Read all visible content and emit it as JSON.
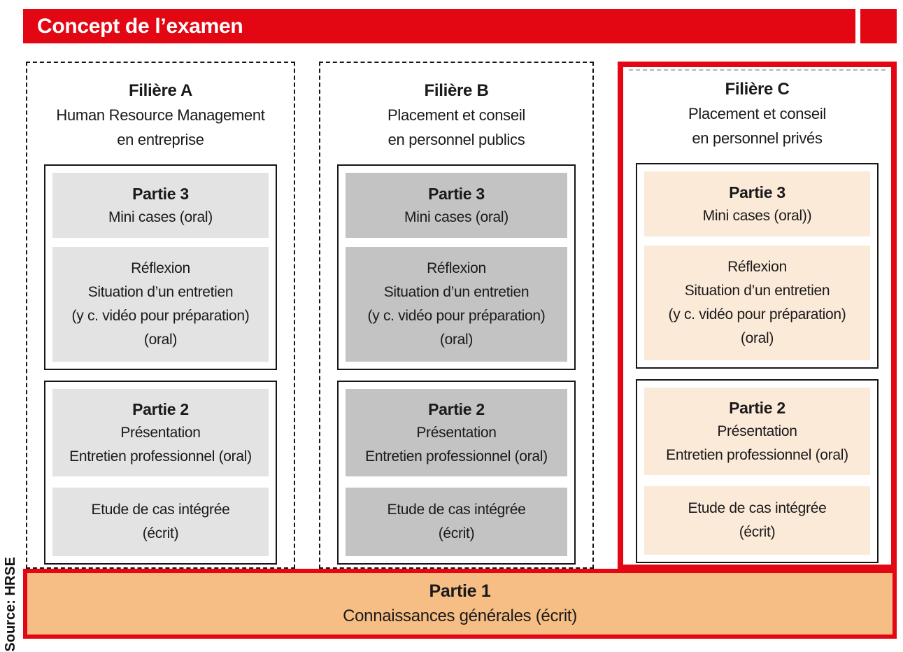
{
  "header": {
    "title": "Concept de l’examen"
  },
  "source_label": "Source: HRSE",
  "colors": {
    "red": "#e30613",
    "column_a_fill": "#e3e3e3",
    "column_b_fill": "#c3c3c3",
    "column_c_fill": "#fcead9",
    "partie1_fill": "#f6bd85"
  },
  "columns": [
    {
      "title": "Filière A",
      "subtitle_lines": [
        "Human Resource Management",
        "en entreprise"
      ],
      "partie3": {
        "title": "Partie 3",
        "line": "Mini cases (oral)"
      },
      "reflexion_lines": [
        "Réflexion",
        "Situation d’un entretien",
        "(y c. vidéo pour préparation)",
        "(oral)"
      ],
      "partie2": {
        "title": "Partie 2",
        "lines": [
          "Présentation",
          "Entretien professionnel (oral)"
        ]
      },
      "etude_lines": [
        "Etude de cas intégrée",
        "(écrit)"
      ]
    },
    {
      "title": "Filière B",
      "subtitle_lines": [
        "Placement et conseil",
        "en personnel publics"
      ],
      "partie3": {
        "title": "Partie 3",
        "line": "Mini cases (oral)"
      },
      "reflexion_lines": [
        "Réflexion",
        "Situation d’un entretien",
        "(y c. vidéo pour préparation)",
        "(oral)"
      ],
      "partie2": {
        "title": "Partie 2",
        "lines": [
          "Présentation",
          "Entretien professionnel (oral)"
        ]
      },
      "etude_lines": [
        "Etude de cas intégrée",
        "(écrit)"
      ]
    },
    {
      "title": "Filière C",
      "subtitle_lines": [
        "Placement et conseil",
        "en personnel privés"
      ],
      "partie3": {
        "title": "Partie 3",
        "line": "Mini cases (oral))"
      },
      "reflexion_lines": [
        "Réflexion",
        "Situation d’un entretien",
        "(y c. vidéo pour préparation)",
        "(oral)"
      ],
      "partie2": {
        "title": "Partie 2",
        "lines": [
          "Présentation",
          "Entretien professionnel (oral)"
        ]
      },
      "etude_lines": [
        "Etude de cas intégrée",
        "(écrit)"
      ]
    }
  ],
  "partie1": {
    "title": "Partie 1",
    "line": "Connaissances générales (écrit)"
  }
}
